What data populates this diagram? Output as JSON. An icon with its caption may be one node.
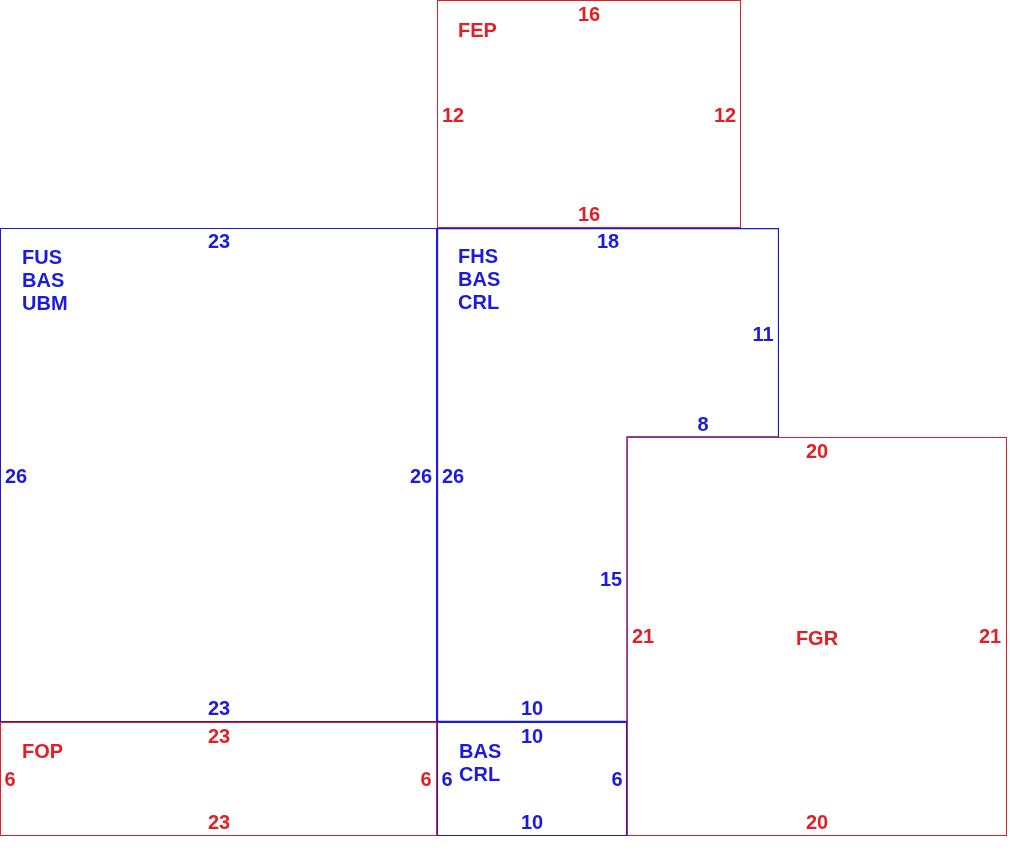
{
  "diagram": {
    "nodes": [
      {
        "text": [
          "FEP"
        ]
      },
      {
        "text": [
          "FUS BAS UBM"
        ]
      },
      {
        "text": [
          "FHS BAS CRL"
        ]
      },
      {
        "text": [
          "FGR"
        ]
      },
      {
        "text": [
          "FOP"
        ]
      },
      {
        "text": [
          "BAS CRL"
        ]
      }
    ],
    "edges": [],
    "labels": [
      "16",
      "12",
      "12",
      "16",
      "23",
      "18",
      "11",
      "8",
      "20",
      "26",
      "26",
      "26",
      "15",
      "21",
      "21",
      "23",
      "10",
      "23",
      "10",
      "6",
      "6",
      "6",
      "6",
      "23",
      "10",
      "20"
    ]
  }
}
